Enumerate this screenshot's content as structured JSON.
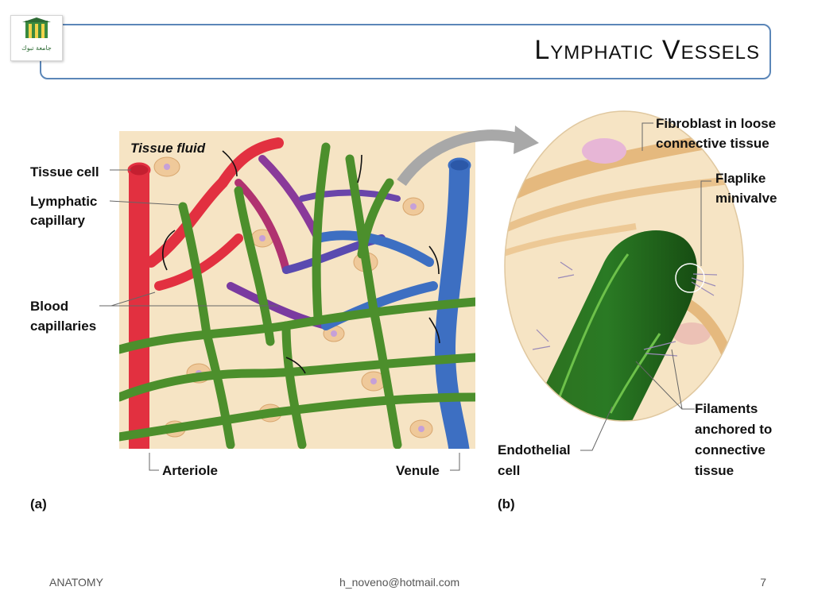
{
  "slide": {
    "title": "Lymphatic Vessels",
    "logo_text": "جامعة تبوك"
  },
  "figure_a": {
    "panel_label": "(a)",
    "labels": {
      "tissue_fluid": "Tissue fluid",
      "tissue_cell": "Tissue cell",
      "lymphatic_capillary_1": "Lymphatic",
      "lymphatic_capillary_2": "capillary",
      "blood_capillaries_1": "Blood",
      "blood_capillaries_2": "capillaries",
      "arteriole": "Arteriole",
      "venule": "Venule"
    }
  },
  "figure_b": {
    "panel_label": "(b)",
    "labels": {
      "fibroblast_1": "Fibroblast in loose",
      "fibroblast_2": "connective tissue",
      "flaplike_1": "Flaplike",
      "flaplike_2": "minivalve",
      "filaments_1": "Filaments",
      "filaments_2": "anchored to",
      "filaments_3": "connective",
      "filaments_4": "tissue",
      "endothelial_1": "Endothelial",
      "endothelial_2": "cell"
    }
  },
  "footer": {
    "left": "ANATOMY",
    "center": "h_noveno@hotmail.com",
    "page_number": "7"
  },
  "colors": {
    "accent_border": "#5b86b8",
    "arteriole_red": "#e23040",
    "venule_blue": "#3d6fc2",
    "lymph_green": "#4c8f2c",
    "capillary_purple": "#7a3aa0",
    "tissue_bg": "#f6e4c4"
  }
}
